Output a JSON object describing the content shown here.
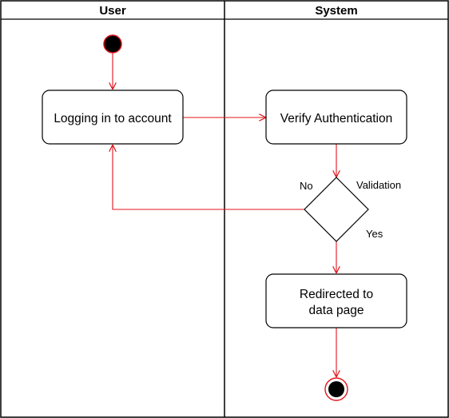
{
  "lanes": {
    "user_title": "User",
    "system_title": "System"
  },
  "nodes": {
    "login": "Logging in to account",
    "verify": "Verify Authentication",
    "redirect_line1": "Redirected to",
    "redirect_line2": "data page"
  },
  "decision": {
    "label": "Validation",
    "no_label": "No",
    "yes_label": "Yes"
  },
  "colors": {
    "flow": "#e0151b",
    "start": "#e0151b",
    "outline": "#000000"
  }
}
